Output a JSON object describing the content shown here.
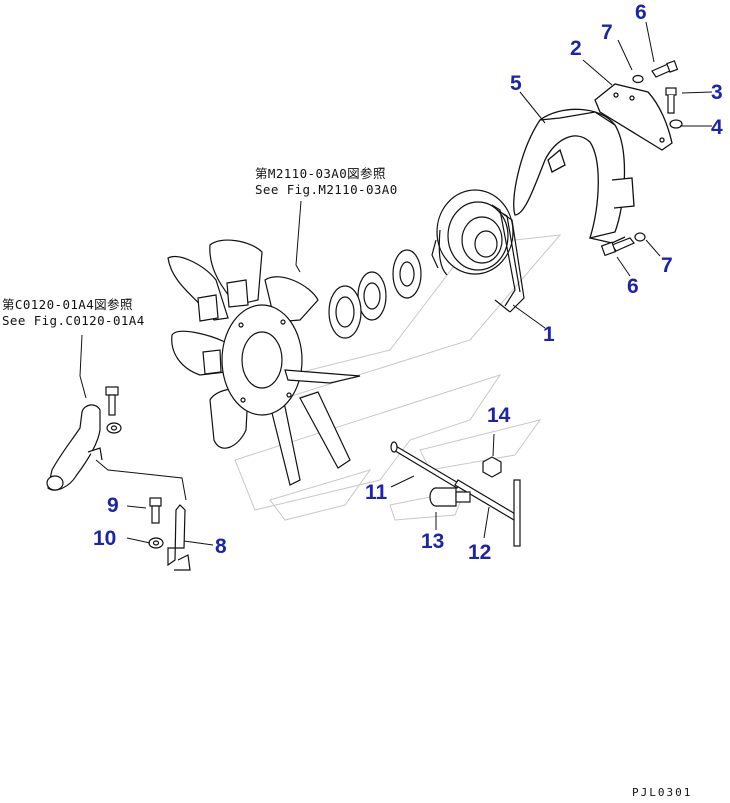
{
  "diagram": {
    "callouts": [
      {
        "id": "1",
        "label": "1"
      },
      {
        "id": "2",
        "label": "2"
      },
      {
        "id": "3",
        "label": "3"
      },
      {
        "id": "4",
        "label": "4"
      },
      {
        "id": "5",
        "label": "5"
      },
      {
        "id": "6a",
        "label": "6"
      },
      {
        "id": "6b",
        "label": "6"
      },
      {
        "id": "7a",
        "label": "7"
      },
      {
        "id": "7b",
        "label": "7"
      },
      {
        "id": "8",
        "label": "8"
      },
      {
        "id": "9",
        "label": "9"
      },
      {
        "id": "10",
        "label": "10"
      },
      {
        "id": "11",
        "label": "11"
      },
      {
        "id": "12",
        "label": "12"
      },
      {
        "id": "13",
        "label": "13"
      },
      {
        "id": "14",
        "label": "14"
      }
    ],
    "references": {
      "fan": {
        "line1": "第M2110-03A0図参照",
        "line2": "See Fig.M2110-03A0"
      },
      "hose": {
        "line1": "第C0120-01A4図参照",
        "line2": "See Fig.C0120-01A4"
      }
    },
    "page_code": "PJL0301",
    "colors": {
      "callout": "#1c24a8",
      "line": "#111111",
      "watermark": "#c8c8c8"
    }
  }
}
